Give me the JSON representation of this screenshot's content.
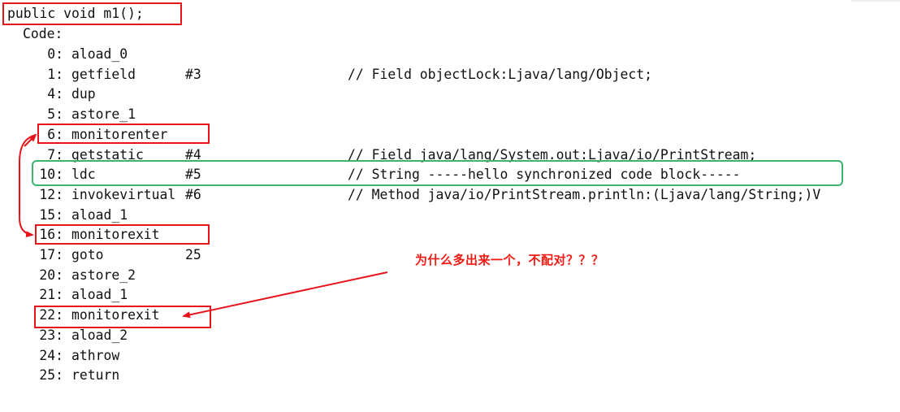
{
  "method": {
    "signature": "public void m1();",
    "code_label": "Code:"
  },
  "instructions": [
    {
      "offset": "0:",
      "opcode": "aload_0",
      "operand": "",
      "comment": ""
    },
    {
      "offset": "1:",
      "opcode": "getfield",
      "operand": "#3",
      "comment": "// Field objectLock:Ljava/lang/Object;"
    },
    {
      "offset": "4:",
      "opcode": "dup",
      "operand": "",
      "comment": ""
    },
    {
      "offset": "5:",
      "opcode": "astore_1",
      "operand": "",
      "comment": ""
    },
    {
      "offset": "6:",
      "opcode": "monitorenter",
      "operand": "",
      "comment": ""
    },
    {
      "offset": "7:",
      "opcode": "getstatic",
      "operand": "#4",
      "comment": "// Field java/lang/System.out:Ljava/io/PrintStream;"
    },
    {
      "offset": "10:",
      "opcode": "ldc",
      "operand": "#5",
      "comment": "// String -----hello synchronized code block-----"
    },
    {
      "offset": "12:",
      "opcode": "invokevirtual",
      "operand": "#6",
      "comment": "// Method java/io/PrintStream.println:(Ljava/lang/String;)V"
    },
    {
      "offset": "15:",
      "opcode": "aload_1",
      "operand": "",
      "comment": ""
    },
    {
      "offset": "16:",
      "opcode": "monitorexit",
      "operand": "",
      "comment": ""
    },
    {
      "offset": "17:",
      "opcode": "goto",
      "operand": "25",
      "comment": ""
    },
    {
      "offset": "20:",
      "opcode": "astore_2",
      "operand": "",
      "comment": ""
    },
    {
      "offset": "21:",
      "opcode": "aload_1",
      "operand": "",
      "comment": ""
    },
    {
      "offset": "22:",
      "opcode": "monitorexit",
      "operand": "",
      "comment": ""
    },
    {
      "offset": "23:",
      "opcode": "aload_2",
      "operand": "",
      "comment": ""
    },
    {
      "offset": "24:",
      "opcode": "athrow",
      "operand": "",
      "comment": ""
    },
    {
      "offset": "25:",
      "opcode": "return",
      "operand": "",
      "comment": ""
    }
  ],
  "annotations": {
    "question": "为什么多出来一个，不配对？？？",
    "highlight_color_red": "#e8141c",
    "highlight_color_green": "#3cb371"
  }
}
